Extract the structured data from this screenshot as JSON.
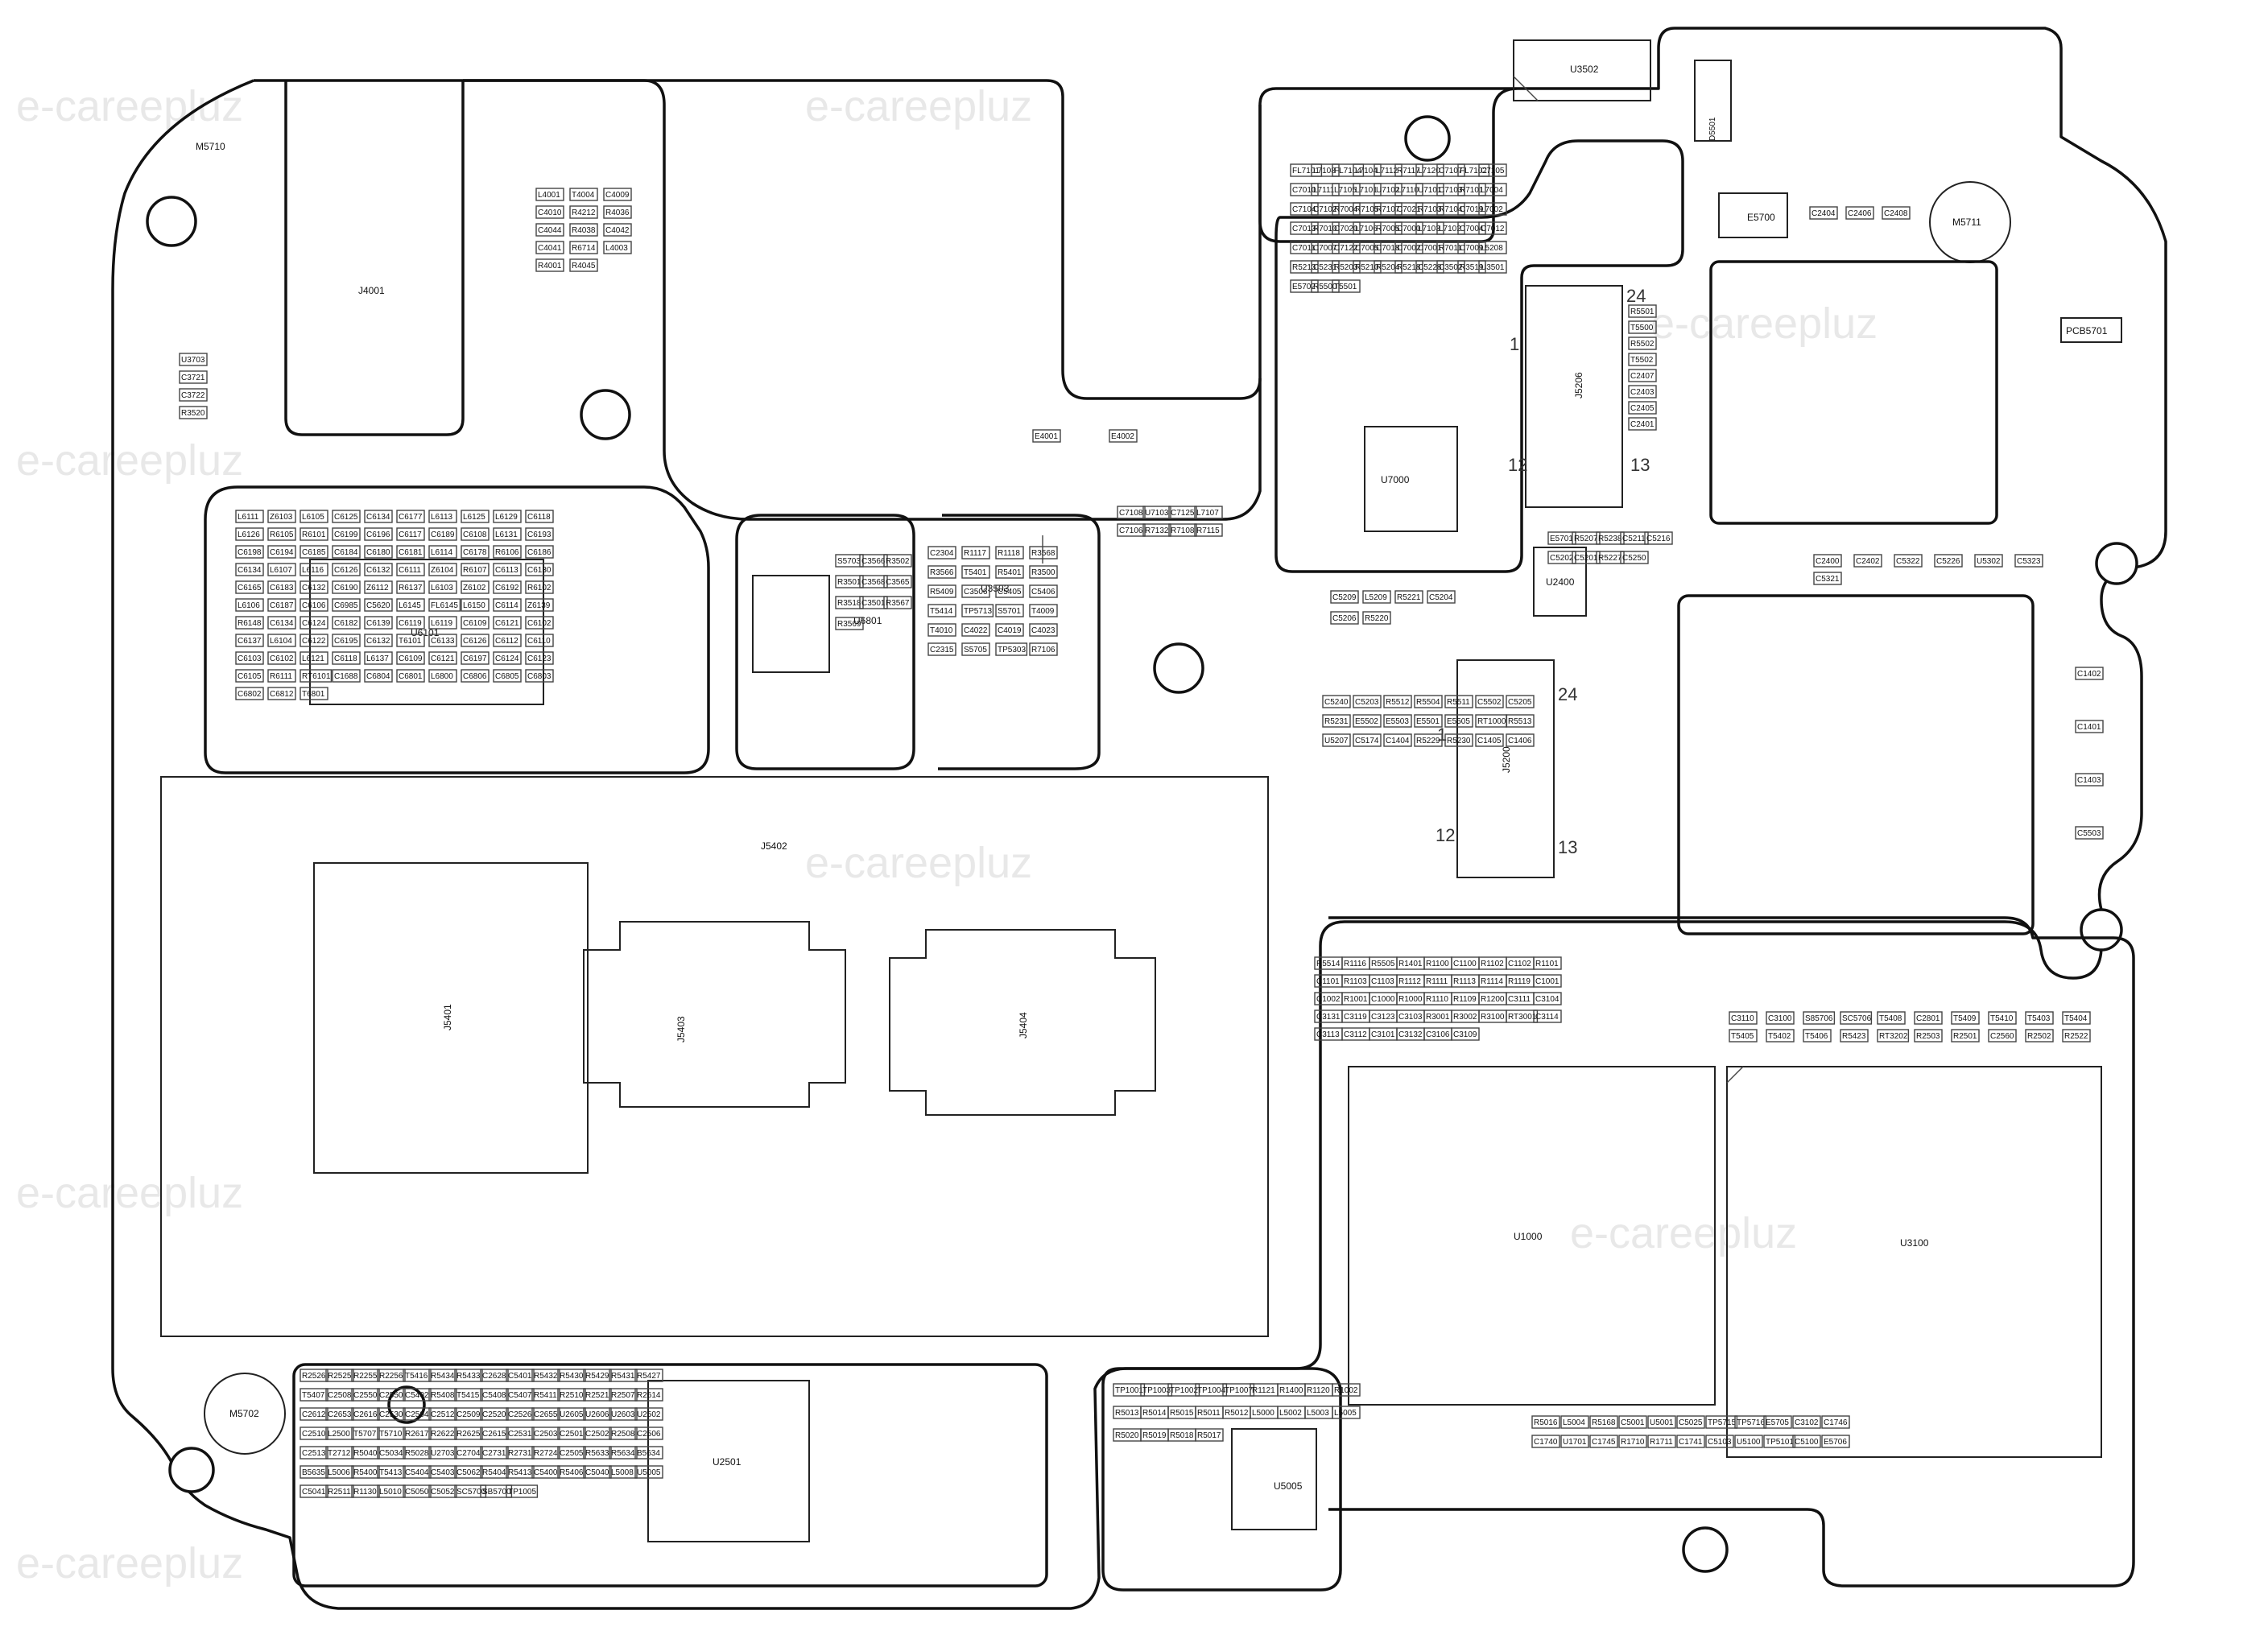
{
  "watermark": "e-careepluz",
  "board_areas": [
    {
      "id": "M5710",
      "label": "M5710"
    },
    {
      "id": "J4001",
      "label": "J4001"
    },
    {
      "id": "U3502",
      "label": "U3502"
    },
    {
      "id": "D5501",
      "label": "D5501"
    },
    {
      "id": "M5711",
      "label": "M5711"
    },
    {
      "id": "E5700",
      "label": "E5700"
    },
    {
      "id": "PCB5701",
      "label": "PCB5701"
    },
    {
      "id": "U6101",
      "label": "U6101"
    },
    {
      "id": "U6801",
      "label": "U6801"
    },
    {
      "id": "U3503",
      "label": "U3503"
    },
    {
      "id": "J5206",
      "label": "J5206"
    },
    {
      "id": "J5200",
      "label": "J5200"
    },
    {
      "id": "U7000",
      "label": "U7000"
    },
    {
      "id": "U2400",
      "label": "U2400"
    },
    {
      "id": "J5402",
      "label": "J5402"
    },
    {
      "id": "J5401",
      "label": "J5401"
    },
    {
      "id": "J5403",
      "label": "J5403"
    },
    {
      "id": "J5404",
      "label": "J5404"
    },
    {
      "id": "U1000",
      "label": "U1000"
    },
    {
      "id": "U3100",
      "label": "U3100"
    },
    {
      "id": "U2501",
      "label": "U2501"
    },
    {
      "id": "U5005",
      "label": "U5005"
    },
    {
      "id": "M5702",
      "label": "M5702"
    }
  ],
  "component_labels": [
    "L4001",
    "T4004",
    "C4009",
    "C4010",
    "R4212",
    "R4036",
    "C4044",
    "R4038",
    "C4042",
    "C4041",
    "R6714",
    "L4003",
    "R4001",
    "R4045",
    "U3703",
    "C3721",
    "C3722",
    "R3520",
    "E4001",
    "E4002",
    "L6111",
    "Z6103",
    "L6105",
    "C6125",
    "C6134",
    "C6177",
    "L6113",
    "L6125",
    "L6129",
    "C6118",
    "L6126",
    "R6105",
    "R6101",
    "C6199",
    "C6196",
    "C6117",
    "C6189",
    "C6108",
    "L6131",
    "C6193",
    "C6198",
    "C6194",
    "C6185",
    "C6184",
    "C6180",
    "C6181",
    "L6114",
    "C6178",
    "R6106",
    "C6186",
    "C6134",
    "L6107",
    "L6116",
    "C6126",
    "C6132",
    "C6111",
    "Z6104",
    "R6107",
    "C6113",
    "C6130",
    "C6165",
    "C6183",
    "C6132",
    "C6190",
    "Z6112",
    "R6137",
    "L6103",
    "Z6102",
    "C6192",
    "R6102",
    "L6106",
    "C6187",
    "C6106",
    "C6985",
    "C5620",
    "L6145",
    "FL6145",
    "L6150",
    "C6114",
    "Z6139",
    "R6148",
    "C6134",
    "C6124",
    "C6182",
    "C6139",
    "C6119",
    "L6119",
    "C6109",
    "C6121",
    "C6102",
    "C6137",
    "L6104",
    "C6122",
    "C6195",
    "C6132",
    "T6101",
    "C6133",
    "C6126",
    "C6112",
    "C6110",
    "C6103",
    "C6102",
    "L6121",
    "C6118",
    "L6137",
    "C6109",
    "C6121",
    "C6197",
    "C6124",
    "C6123",
    "C6105",
    "R6111",
    "RT6101",
    "C1688",
    "C6804",
    "C6801",
    "L6800",
    "C6806",
    "C6805",
    "C6803",
    "C6802",
    "C6812",
    "T6801",
    "S5703",
    "C3566",
    "R3502",
    "R3501",
    "C3568",
    "C3565",
    "R3518",
    "C3501",
    "R3567",
    "R3569",
    "C2304",
    "R1117",
    "R1118",
    "R3568",
    "R3566",
    "T5401",
    "R5401",
    "R3500",
    "R5409",
    "C3506",
    "C5405",
    "C5406",
    "T5414",
    "TP5713",
    "S5701",
    "T4009",
    "T4010",
    "C4022",
    "C4019",
    "C4023",
    "C2315",
    "S5705",
    "TP5303",
    "R7106",
    "C7108",
    "U7103",
    "C7125",
    "L7107",
    "C7106",
    "R7132",
    "R7108",
    "R7115",
    "FL7101",
    "L7108",
    "FL7104",
    "L7104",
    "L7112",
    "R7117",
    "L7120",
    "C7107",
    "FL7102",
    "C7105",
    "C7010",
    "L7111",
    "L7105",
    "L7101",
    "U7102",
    "L7110",
    "U7101",
    "C7103",
    "R7101",
    "L7004",
    "C7104",
    "C7102",
    "R7004",
    "R7105",
    "R7107",
    "C7021",
    "R7103",
    "R7104",
    "C7019",
    "L7002",
    "C7013",
    "R7010",
    "C7020",
    "L7106",
    "R7005",
    "C7000",
    "L7103",
    "L7102",
    "C7004",
    "C7012",
    "C7011",
    "C7007",
    "C7122",
    "C7005",
    "C7018",
    "C7002",
    "C7001",
    "R7011",
    "C7009",
    "L5208",
    "R5213",
    "C5231",
    "R5203",
    "R5210",
    "R5204",
    "R5218",
    "C5228",
    "C3502",
    "R3519",
    "U3501",
    "E5702",
    "R5500",
    "T5501",
    "R5501",
    "T5500",
    "R5502",
    "T5502",
    "C2407",
    "C2403",
    "C2405",
    "C2401",
    "C2404",
    "C2406",
    "C2408",
    "C2400",
    "C2402",
    "C5322",
    "C5226",
    "U5302",
    "C5323",
    "C5321",
    "E5701",
    "R5207",
    "R5238",
    "C5211",
    "C5216",
    "C5202",
    "C5201",
    "R5227",
    "C5250",
    "C5209",
    "L5209",
    "R5221",
    "C5204",
    "C5206",
    "R5220",
    "C5240",
    "C5203",
    "R5512",
    "R5504",
    "R5511",
    "C5502",
    "C5205",
    "R5231",
    "E5502",
    "E5503",
    "E5501",
    "E5505",
    "RT1000",
    "R5513",
    "U5207",
    "C5174",
    "C1404",
    "R5229",
    "R5230",
    "C1405",
    "C1406",
    "C1402",
    "C1401",
    "C1403",
    "C5503",
    "R5514",
    "R1116",
    "R5505",
    "R1401",
    "R1100",
    "C1100",
    "R1102",
    "C1102",
    "R1101",
    "C1101",
    "R1103",
    "C1103",
    "R1112",
    "R1111",
    "R1113",
    "R1114",
    "R1119",
    "C1001",
    "C1002",
    "R1001",
    "C1000",
    "R1000",
    "R1110",
    "R1109",
    "R1200",
    "C3111",
    "C3104",
    "C3131",
    "C3119",
    "C3123",
    "C3103",
    "R3001",
    "R3002",
    "R3100",
    "RT3001",
    "C3114",
    "C3113",
    "C3112",
    "C3101",
    "C3132",
    "C3106",
    "C3109",
    "C3110",
    "C3100",
    "S85706",
    "SC5706",
    "T5408",
    "C2801",
    "T5409",
    "T5410",
    "T5403",
    "T5404",
    "T5405",
    "T5402",
    "T5406",
    "R5423",
    "RT3202",
    "R2503",
    "R2501",
    "C2560",
    "R2502",
    "R2522",
    "R2526",
    "R2525",
    "R2255",
    "R2256",
    "T5416",
    "R5434",
    "R5433",
    "C2628",
    "C5401",
    "R5432",
    "R5430",
    "R5429",
    "R5431",
    "R5427",
    "T5407",
    "C2508",
    "C2550",
    "C2550",
    "C5402",
    "R5408",
    "T5415",
    "C5408",
    "C5407",
    "R5411",
    "R2510",
    "R2521",
    "R2507",
    "R2614",
    "C2612",
    "C2653",
    "C2616",
    "C2530",
    "C2504",
    "C2512",
    "C2509",
    "C2520",
    "C2526",
    "C2655",
    "U2605",
    "U2606",
    "U2603",
    "U2502",
    "C2510",
    "L2500",
    "T5707",
    "T5710",
    "R2617",
    "R2622",
    "R2625",
    "C2615",
    "C2531",
    "C2503",
    "C2501",
    "C2502",
    "R2508",
    "C2506",
    "C2513",
    "T2712",
    "R5040",
    "C5034",
    "R5028",
    "U2703",
    "C2704",
    "C2731",
    "R2731",
    "R2724",
    "C2505",
    "R5633",
    "R5634",
    "B5634",
    "B5635",
    "L5006",
    "R5400",
    "T5413",
    "C5404",
    "C5403",
    "C5062",
    "R5404",
    "R5413",
    "C5400",
    "R5406",
    "C5040",
    "L5008",
    "U5005",
    "C5041",
    "R2511",
    "R1130",
    "L5010",
    "C5050",
    "C5052",
    "SC5700",
    "SB5700",
    "TP1005",
    "TP1001",
    "TP1003",
    "TP1002",
    "TP1004",
    "TP1007",
    "R1121",
    "R1400",
    "R1120",
    "R1002",
    "R5013",
    "R5014",
    "R5015",
    "R5011",
    "R5012",
    "L5000",
    "L5002",
    "L5003",
    "L5005",
    "R5020",
    "R5019",
    "R5018",
    "R5017",
    "R5016",
    "L5004",
    "R5168",
    "C5001",
    "U5001",
    "C5025",
    "TP5715",
    "TP5716",
    "E5705",
    "C3102",
    "C1746",
    "C1740",
    "U1701",
    "C1745",
    "R1710",
    "R1711",
    "C1741",
    "C5103",
    "U5100",
    "TP5101",
    "C5100",
    "E5706"
  ],
  "connector_pins": {
    "j5206_top": "24",
    "j5206_left": "1",
    "j5206_bl": "12",
    "j5206_br": "13",
    "j5200_top": "24",
    "j5200_left": "1",
    "j5200_bl": "12",
    "j5200_br": "13"
  }
}
